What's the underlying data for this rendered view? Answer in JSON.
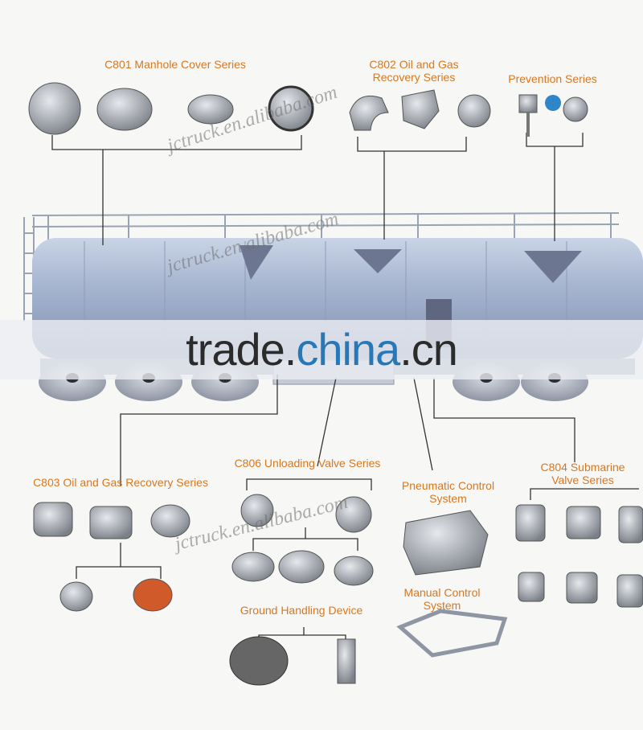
{
  "labels": {
    "c801": "C801 Manhole Cover Series",
    "c802": "C802 Oil and Gas\nRecovery Series",
    "prevention": "Prevention Series",
    "c806": "C806 Unloading Valve Series",
    "c803": "C803 Oil and Gas Recovery Series",
    "pneumatic": "Pneumatic Control\nSystem",
    "c804": "C804 Submarine\nValve Series",
    "ground": "Ground Handling Device",
    "manual": "Manual Control\nSystem"
  },
  "watermark": {
    "main_dark": "trade.",
    "main_blue": "china",
    "main_dark2": ".cn",
    "site": "jctruck.en.alibaba.com"
  },
  "colors": {
    "label": "#d9771f",
    "tank": "#a9b9d4",
    "line": "#333333",
    "watermark_blue": "#2778b8"
  }
}
